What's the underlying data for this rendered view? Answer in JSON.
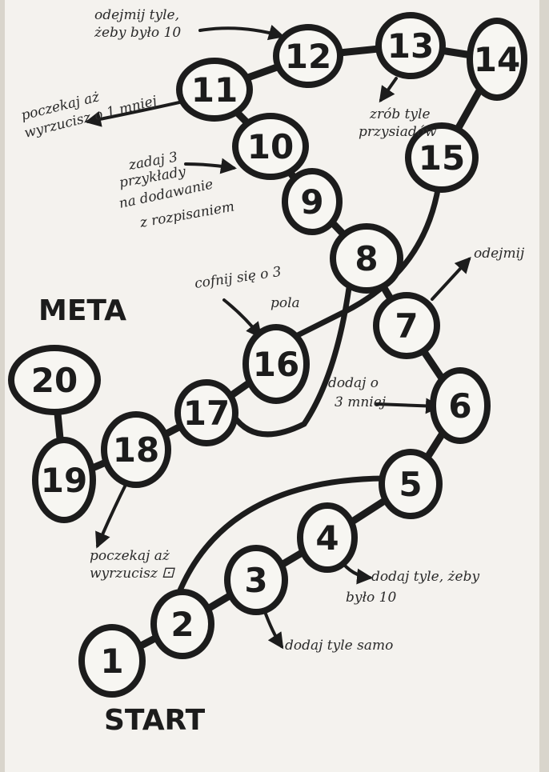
{
  "labels": {
    "meta": "META",
    "start": "START"
  },
  "nodes": [
    "1",
    "2",
    "3",
    "4",
    "5",
    "6",
    "7",
    "8",
    "9",
    "10",
    "11",
    "12",
    "13",
    "14",
    "15",
    "16",
    "17",
    "18",
    "19",
    "20"
  ],
  "notes": {
    "n12_line1": "odejmij tyle,",
    "n12_line2": "żeby było 10",
    "n11_line1": "poczekaj aż",
    "n11_line2": "wyrzucisz o 1 mniej",
    "n13_line1": "zrób tyle",
    "n13_line2": "przysiadów",
    "n10_line1": "zadaj 3",
    "n10_line2": "przykłady",
    "n10_line3": "na dodawanie",
    "n10_line4": "z rozpisaniem",
    "n7_line1": "odejmij",
    "n16_line1": "cofnij się o 3",
    "n16_line2": "pola",
    "n6_line1": "dodaj o",
    "n6_line2": "3 mniej",
    "n18_line1": "poczekaj aż",
    "n18_line2": "wyrzucisz ⚀",
    "n4_line1": "dodaj tyle, żeby",
    "n4_line2": "było 10",
    "n3_line1": "dodaj tyle samo"
  }
}
